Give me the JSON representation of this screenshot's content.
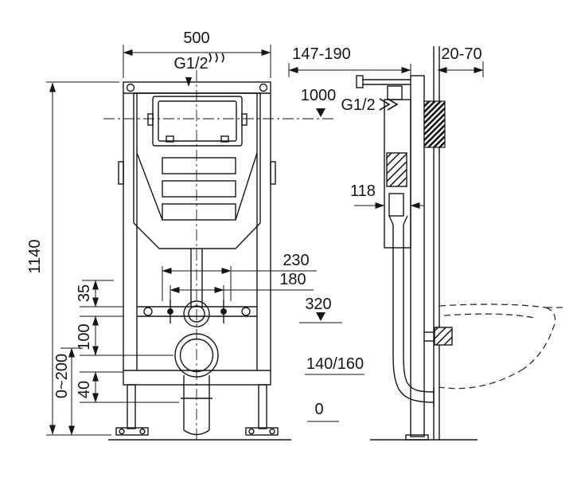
{
  "drawing": {
    "front": {
      "width": "500",
      "inlet_label": "G1/2",
      "height": "1140",
      "level_top": "1000",
      "bolt_span_outer": "230",
      "bolt_span_inner": "180",
      "offset_35": "35",
      "offset_100": "100",
      "foot_range": "0~200",
      "offset_40": "40",
      "level_outlet": "320",
      "outlet_height": "140/160",
      "level_zero": "0"
    },
    "side": {
      "depth_range": "147-190",
      "wall_range": "20-70",
      "inlet_label": "G1/2",
      "cistern_depth": "118"
    }
  }
}
